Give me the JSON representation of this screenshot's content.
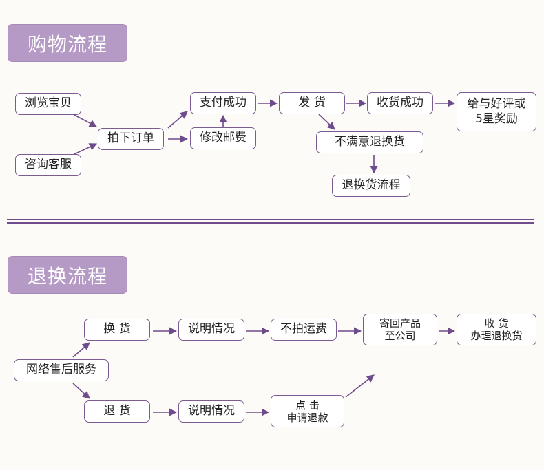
{
  "purchase": {
    "title": "购物流程",
    "browse": "浏览宝贝",
    "consult": "咨询客服",
    "order": "拍下订单",
    "pay_success": "支付成功",
    "modify_shipping": "修改邮费",
    "ship": "发  货",
    "receive_success": "收货成功",
    "review": "给与好评或\n5星奖励",
    "unsatisfied": "不满意退换货",
    "return_flow": "退换货流程"
  },
  "returns": {
    "title": "退换流程",
    "after_sales": "网络售后服务",
    "exchange": "换  货",
    "refund": "退  货",
    "explain_1": "说明情况",
    "explain_2": "说明情况",
    "no_shipping": "不拍运费",
    "send_back": "寄回产品\n至公司",
    "receive_exchange": "收 货\n办理退换货",
    "click_refund": "点 击\n申请退款"
  }
}
